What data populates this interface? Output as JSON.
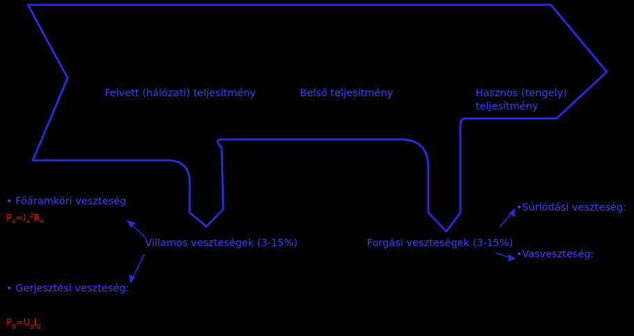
{
  "stages": {
    "input": "Felvett (hálózati) teljesítmény",
    "internal": "Belső teljesítmény",
    "output_line1": "Hasznos (tengely)",
    "output_line2": "teljesítmény"
  },
  "electrical": {
    "title": "Villamos veszteségek (3-15%)",
    "armature": "• Főáramköri veszteség",
    "excitation": "• Gerjesztési veszteség:",
    "formula_armature": {
      "P": "P",
      "sub_a": "a",
      "eq": "=I",
      "sub_a2": "a",
      "sup2": "2",
      "R": "R",
      "sub_a3": "a"
    },
    "formula_excitation": {
      "P": "P",
      "sub_g": "g",
      "eq": "=U",
      "sub_g2": "g",
      "I": "I",
      "sub_g3": "g"
    }
  },
  "rotational": {
    "title": "Forgási veszteségek (3-15%)",
    "friction": "•Súrlódási veszteség:",
    "iron": "•Vasveszteség:"
  },
  "colors": {
    "background": "#000000",
    "stroke": "#2a2ad8",
    "text": "#3b3bff",
    "formula": "#ff0000"
  }
}
